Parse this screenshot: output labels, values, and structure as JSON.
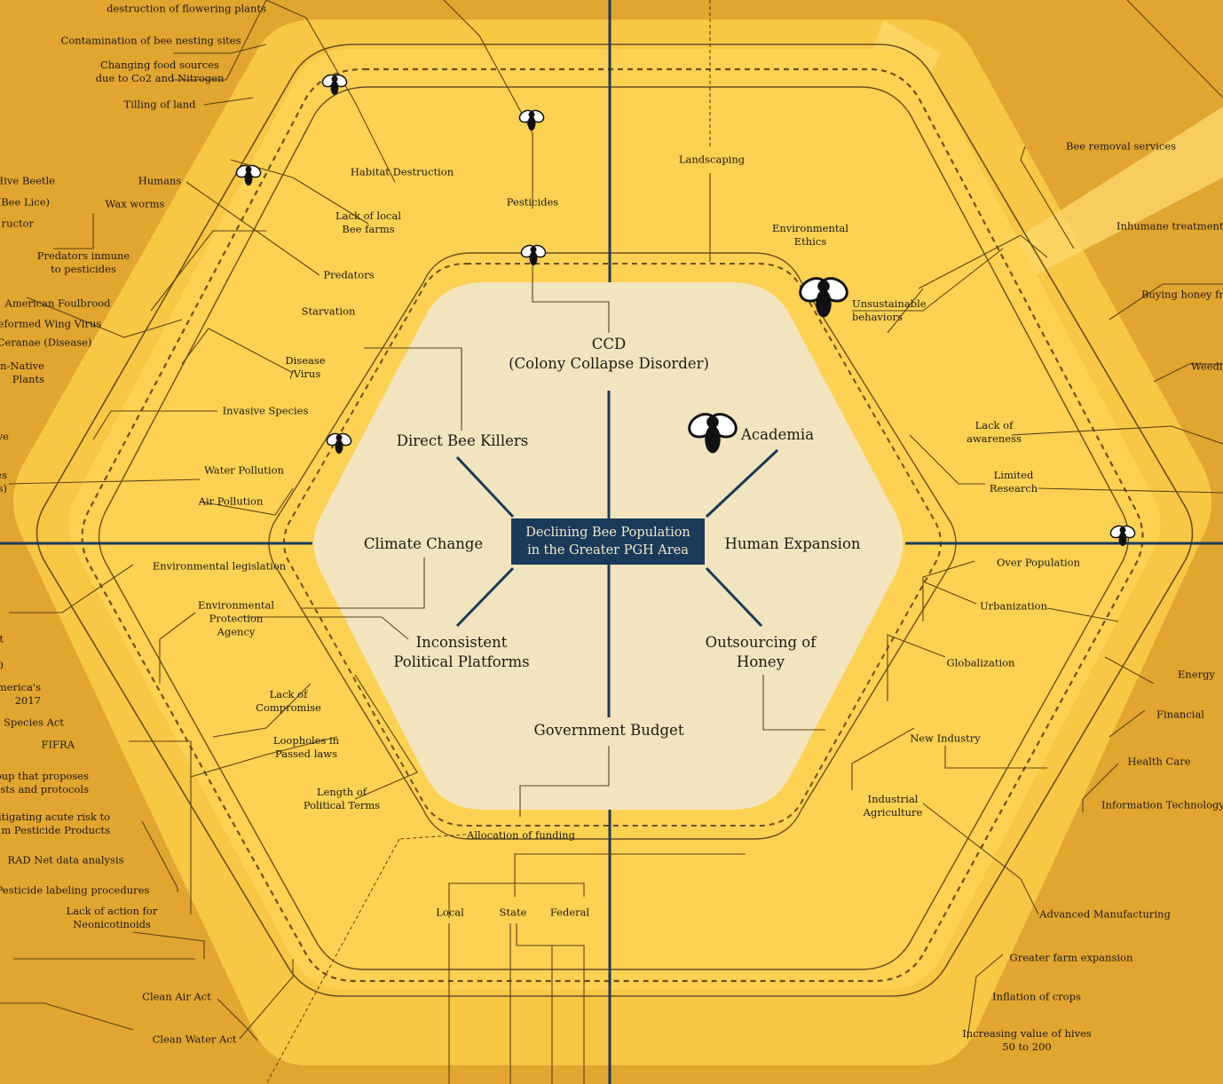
{
  "center": {
    "line1": "Declining Bee Population",
    "line2": "in the Greater PGH Area"
  },
  "categories": {
    "ccd": "CCD\n(Colony Collapse Disorder)",
    "direct": "Direct Bee Killers",
    "academia": "Academia",
    "climate": "Climate Change",
    "human": "Human Expansion",
    "political": "Inconsistent\nPolitical Platforms",
    "outsourcing": "Outsourcing of\nHoney",
    "budget": "Government Budget"
  },
  "labels": {
    "flowering": "destruction of flowering plants",
    "nesting": "Contamination of bee nesting sites",
    "food": "Changing food sources\ndue to Co2 and Nitrogen",
    "tilling": "Tilling of land",
    "habitat": "Habitat Destruction",
    "localfarms": "Lack of local\nBee farms",
    "pesticides": "Pesticides",
    "landscaping": "Landscaping",
    "hivebeetle": "Hive Beetle",
    "beelice": "(Bee Lice)",
    "ructor": "ructor",
    "humans": "Humans",
    "waxworms": "Wax worms",
    "predimmune": "Predators inmune\nto pesticides",
    "predators": "Predators",
    "starvation": "Starvation",
    "foulbrood": "American Foulbrood",
    "wingvirus": "eformed Wing Virus",
    "ceranae": "Ceranae (Disease)",
    "disease": "Disease\n/Virus",
    "nonnative": "n-Native\nPlants",
    "invasive": "Invasive Species",
    "ve": "ve",
    "es": "es\ns)",
    "water": "Water Pollution",
    "air": "Air Pollution",
    "envleg": "Environmental legislation",
    "epa": "Environmental\nProtection\nAgency",
    "compromise": "Lack of\nCompromise",
    "loopholes": "Loopholes in\nPassed laws",
    "terms": "Length of\nPolitical Terms",
    "allocation": "Allocation of funding",
    "local": "Local",
    "state": "State",
    "federal": "Federal",
    "t": "t",
    "zero": "0",
    "america": "merica's\n 2017",
    "speciesact": "Species Act",
    "fifra": "FIFRA",
    "group": "oup that proposes\nsts and protocols",
    "mitigating": "itigating acute risk to\nm Pesticide Products",
    "radnet": "RAD Net data analysis",
    "labeling": "Pesticide labeling procedures",
    "neonic": "Lack of action for\nNeonicotinoids",
    "cleanair": "Clean Air Act",
    "cleanwater": "Clean Water Act",
    "envethics": "Environmental\nEthics",
    "unsustainable": "Unsustainable\nbehaviors",
    "removal": "Bee removal services",
    "inhumane": "Inhumane treatment",
    "buying": "Buying honey fr",
    "weedi": "Weedi",
    "awareness": "Lack of\nawareness",
    "research": "Limited\nResearch",
    "overpop": "Over Population",
    "urbanization": "Urbanization",
    "globalization": "Globalization",
    "newindustry": "New Industry",
    "industrialag": "Industrial\nAgriculture",
    "energy": "Energy",
    "financial": "Financial",
    "health": "Health Care",
    "infotech": "Information Technology",
    "advmanu": "Advanced Manufacturing",
    "farmexp": "Greater farm expansion",
    "inflation": "Inflation of crops",
    "hives": "Increasing value of hives\n50 to 200"
  },
  "colors": {
    "background": "#e2a530",
    "outer_hex": "#f8c744",
    "middle_hex": "#fdd152",
    "inner_hex": "#f1e4be",
    "axis": "#1a3a5c",
    "leader": "#5c4318",
    "center_box": "#1a3a5c"
  },
  "icons": [
    "bee-icon"
  ]
}
